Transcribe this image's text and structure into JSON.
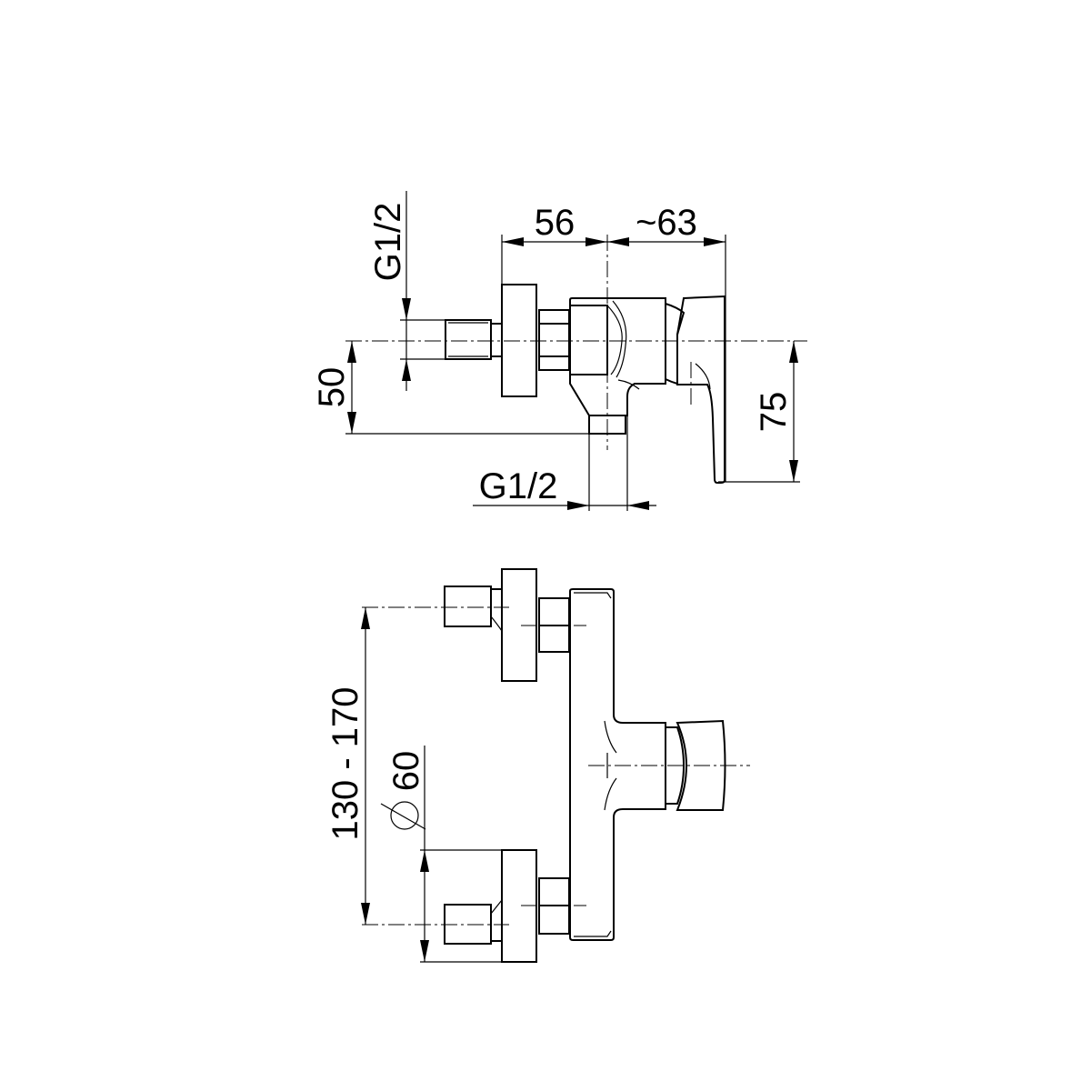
{
  "side_view": {
    "dim_inlet_thread": "G1/2",
    "dim_depth_to_axis": "56",
    "dim_handle_depth": "~63",
    "dim_outlet_offset": "50",
    "dim_handle_height": "75",
    "dim_outlet_thread": "G1/2"
  },
  "front_view": {
    "dim_centers": "130 - 170",
    "dim_flange_diameter": "60",
    "diameter_symbol": "⌀"
  },
  "colors": {
    "line": "#000000",
    "background": "#ffffff"
  }
}
